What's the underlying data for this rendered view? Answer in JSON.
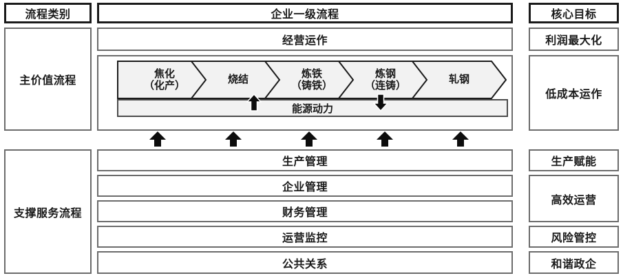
{
  "diagram": {
    "title_row": {
      "category_header": "流程类别",
      "process_header": "企业一级流程",
      "goal_header": "核心目标"
    },
    "sections": [
      {
        "category": "主价值流程",
        "rows": [
          {
            "label": "经营运作",
            "goal": "利润最大化"
          }
        ],
        "value_chain_goal": "低成本运作",
        "value_chain": [
          {
            "line1": "焦化",
            "line2": "（化产）"
          },
          {
            "line1": "烧结",
            "line2": ""
          },
          {
            "line1": "炼铁",
            "line2": "（铸铁）"
          },
          {
            "line1": "炼钢",
            "line2": "（连铸）"
          },
          {
            "line1": "轧钢",
            "line2": ""
          }
        ],
        "support_bar": "能源动力"
      },
      {
        "category": "支撑服务流程",
        "rows": [
          {
            "label": "生产管理",
            "goal": "生产赋能"
          },
          {
            "label": "企业管理",
            "goal": "高效运营"
          },
          {
            "label": "财务管理",
            "goal": ""
          },
          {
            "label": "运营监控",
            "goal": "风险管控"
          },
          {
            "label": "公共关系",
            "goal": "和谐政企"
          }
        ]
      }
    ],
    "arrows": {
      "support_up_arrows_count": 5,
      "energy_up_arrow": "up-arrow-icon",
      "energy_down_arrow": "down-arrow-icon"
    },
    "colors": {
      "border_dark": "#1a1a1a",
      "border_gray": "#6b6b6b",
      "chevron_fill": "#f2f2f2",
      "text": "#1a1a1a",
      "background": "#ffffff"
    }
  }
}
